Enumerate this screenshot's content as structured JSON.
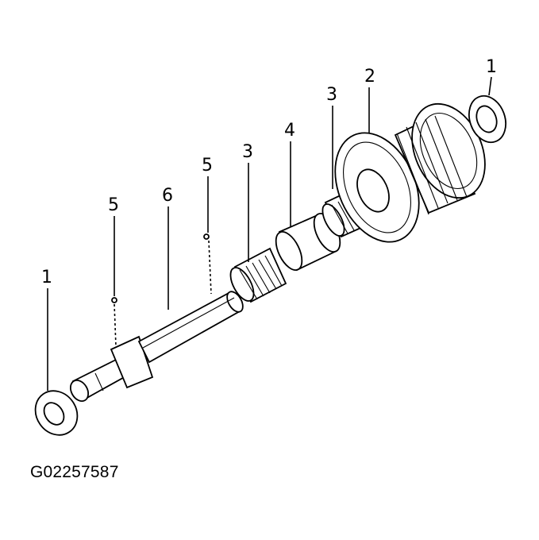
{
  "figure": {
    "id": "G02257587"
  },
  "callouts": {
    "washer_left": "1",
    "pin_left": "5",
    "shaft": "6",
    "pin_right": "5",
    "bearing_left": "3",
    "spacer": "4",
    "bearing_right": "3",
    "gear_cluster": "2",
    "washer_right": "1"
  }
}
